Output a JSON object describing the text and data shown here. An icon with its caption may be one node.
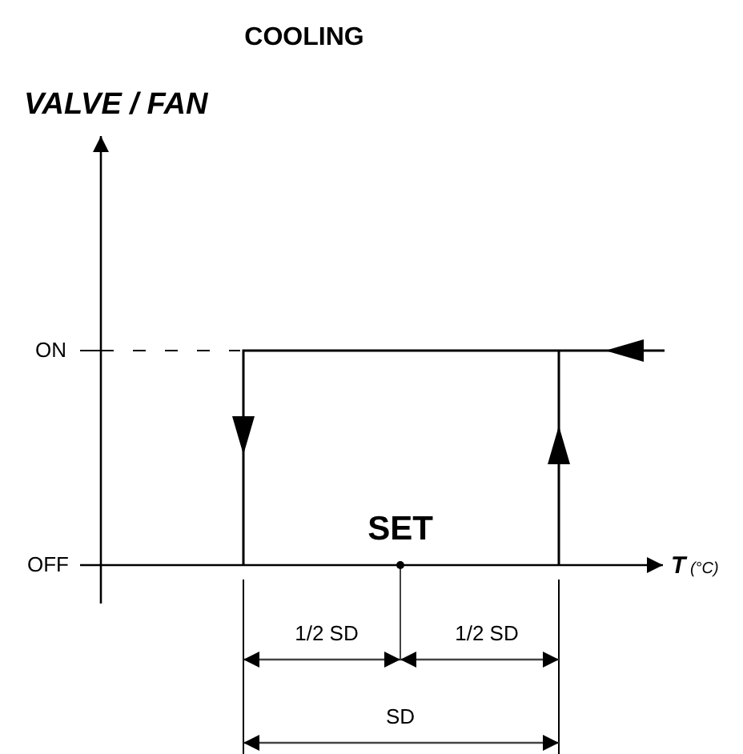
{
  "diagram": {
    "title": "COOLING",
    "labels": [
      "VALVE / FAN",
      "ON",
      "OFF",
      "SET",
      "**T** (°C)",
      "1/2 SD",
      "1/2 SD",
      "SD"
    ]
  }
}
